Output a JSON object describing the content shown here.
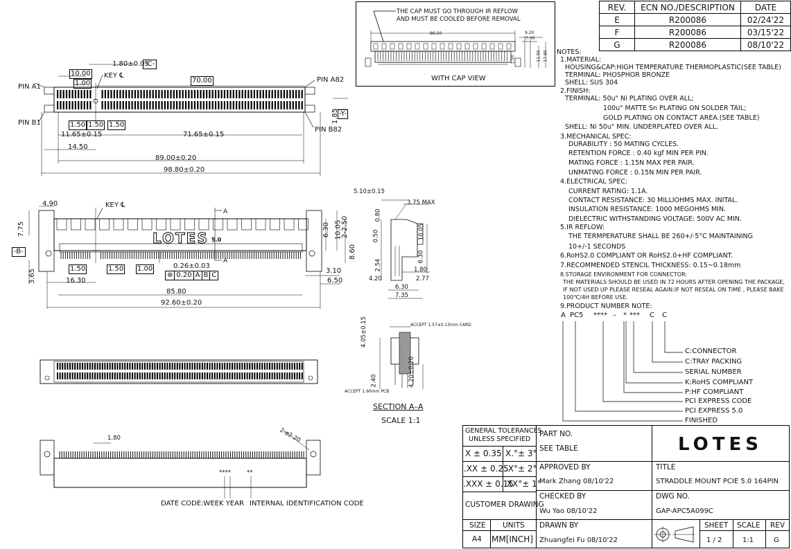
{
  "rev_table": {
    "headers": [
      "REV.",
      "ECN NO./DESCRIPTION",
      "DATE"
    ],
    "rows": [
      [
        "E",
        "R200086",
        "02/24'22"
      ],
      [
        "F",
        "R200086",
        "03/15'22"
      ],
      [
        "G",
        "R200086",
        "08/10'22"
      ]
    ]
  },
  "cap_view": {
    "note_line1": "THE CAP MUST GO THROUGH IR REFLOW",
    "note_line2": "AND MUST BE COOLED BEFORE REMOVAL",
    "dim_86_50": "86.50",
    "dim_9_20": "9.20",
    "dim_7_00": "7.00",
    "dim_1_50": "1.50",
    "dim_11_55": "11.55",
    "dim_17_85": "17.85",
    "caption": "WITH CAP VIEW"
  },
  "top_view": {
    "pin_a1": "PIN A1",
    "pin_b1": "PIN B1",
    "pin_a82": "PIN A82",
    "pin_b82": "PIN B82",
    "key": "KEY ℄",
    "dim_1_80": "1.80±0.05",
    "datum_c": "-C-",
    "dim_10_00": "10.00",
    "dim_1_00": "1.00",
    "dim_70_00": "70.00",
    "dim_1_50a": "1.50",
    "dim_1_50b": "1.50",
    "dim_1_50c": "1.50",
    "dim_11_65": "11.65±0.15",
    "dim_71_65": "71.65±0.15",
    "dim_14_50": "14.50",
    "dim_89_00": "89.00±0.20",
    "dim_98_80": "98.80±0.20",
    "dim_1_85": "1.85",
    "datum_y": "-Y-"
  },
  "front_view": {
    "dim_4_90": "4.90",
    "key": "KEY ℄",
    "section_a": "A",
    "dim_7_75": "7.75",
    "datum_b": "-B-",
    "dim_3_65": "3.65",
    "dim_16_30": "16.30",
    "dim_1_50a": "1.50",
    "dim_1_50b": "1.50",
    "dim_1_00": "1.00",
    "dim_0_26": "0.26±0.03",
    "pos_tol": "⊕",
    "tol_val": "0.20",
    "datum_a": "A",
    "datum_b2": "B",
    "datum_c": "C",
    "dim_85_80": "85.80",
    "dim_92_60": "92.60±0.20",
    "dim_6_30": "6.30",
    "dim_10_05": "10.05",
    "dim_2_50": "2-2.50",
    "dim_8_60": "8.60",
    "dim_3_10": "3.10",
    "dim_6_50": "6.50",
    "logo": "LOTES",
    "logo_sub": "5.0"
  },
  "side_view": {
    "dim_5_10": "5.10±0.15",
    "dim_3_75": "3.75 MAX",
    "dim_0_80": "0.80",
    "dim_0_50": "0.50",
    "dim_10_05": "10.05",
    "dim_6_30": "6.30",
    "dim_2_54": "2.54",
    "dim_1_80": "1.80",
    "dim_4_20": "4.20",
    "dim_2_77": "2.77",
    "dim_6_30b": "6.30",
    "dim_7_35": "7.35"
  },
  "section": {
    "accept_card": "ACCEPT 1.57±0.13mm CARD",
    "dim_4_05": "4.05±0.15",
    "dim_2_40": "2.40",
    "dim_4_20": "4.20±0.20",
    "accept_pcb": "ACCEPT 1.60mm PCB",
    "title": "SECTION  A–A",
    "scale": "SCALE  1:1"
  },
  "bottom_view": {
    "dim_1_80": "1.80",
    "holes": "2-ø2.20",
    "stars1": "****",
    "stars2": "**",
    "date_code": "DATE CODE:WEEK YEAR",
    "internal_id": "INTERNAL IDENTIFICATION CODE"
  },
  "notes": {
    "title": "NOTES:",
    "lines": [
      "1.MATERIAL:",
      "HOUSING&CAP:HIGH TEMPERATURE THERMOPLASTIC(SEE TABLE)",
      "TERMINAL: PHOSPHOR BRONZE",
      "SHELL: SUS 304",
      "2.FINISH:",
      "TERMINAL: 50u\" Ni PLATING OVER ALL;",
      "100u\" MATTE Sn PLATING ON SOLDER TAIL;",
      "GOLD PLATING ON CONTACT AREA.(SEE TABLE)",
      "SHELL: Ni 50u\" MIN. UNDERPLATED OVER ALL.",
      "3.MECHANICAL SPEC:",
      "DURABILITY : 50 MATING CYCLES.",
      "RETENTION FORCE : 0.40 kgf MIN PER PIN.",
      "MATING FORCE : 1.15N MAX PER PAIR.",
      "UNMATING FORCE : 0.15N MIN PER PAIR.",
      "4.ELECTRICAL SPEC:",
      "CURRENT RATING: 1.1A.",
      "CONTACT RESISTANCE: 30 MILLIOHMS MAX. INITAL.",
      "INSULATION RESISTANCE: 1000 MEGOHMS MIN.",
      "DIELECTRIC WITHSTANDING VOLTAGE: 500V AC MIN.",
      "5.IR REFLOW:",
      "THE TERMPERATURE SHALL BE 260+/-5°C   MAINTAINING",
      "10+/-1 SECONDS",
      "6.RoHS2.0 COMPLIANT OR RoHS2.0+HF COMPLIANT.",
      "7.RECOMMENDED STENCIL THICKNESS: 0.15~0.18mm",
      "8.STORAGE ENVIRONMENT FOR CONNECTOR:",
      "THE MATERIALS SHOULD BE USED IN 72 HOURS AFTER OPENING THE PACKAGE,",
      "IF NOT USED UP PLEASE RESEAL AGAIN.IF NOT RESEAL ON TIME , PLEASE BAKE",
      "100℃/4H BEFORE USE.",
      "9.PRODUCT NUMBER NOTE:"
    ],
    "pn_a": "A",
    "pn_pc5": "PC5",
    "pn_stars4": "****",
    "pn_dash": "–",
    "pn_star1": "*",
    "pn_stars3": "***",
    "pn_c1": "C",
    "pn_c2": "C",
    "legend": [
      "C:CONNECTOR",
      "C:TRAY  PACKING",
      "SERIAL  NUMBER",
      "K:RoHS  COMPLIANT",
      "P:HF  COMPLIANT",
      "PCI  EXPRESS  CODE",
      "PCI  EXPRESS  5.0",
      "FINISHED"
    ]
  },
  "title_block": {
    "general_tol_1": "GENERAL TOLERANCES",
    "general_tol_2": "UNLESS SPECIFIED",
    "tol_x": "X ± 0.35",
    "tol_x_ang": "X.°± 3°",
    "tol_xx": ".XX ± 0.25",
    "tol_xx_ang": ".X°± 2°",
    "tol_xxx": ".XXX ± 0.15",
    "tol_xxx_ang": ".XX°± 1°",
    "customer_drawing": "CUSTOMER DRAWING",
    "size_label": "SIZE",
    "size_val": "A4",
    "units_label": "UNITS",
    "units_val": "MM[INCH]",
    "part_no_label": "PART NO.",
    "part_no_val": "SEE TABLE",
    "approved_label": "APPROVED BY",
    "approved_val": "Mark Zhang 08/10'22",
    "checked_label": "CHECKED BY",
    "checked_val": "Wu Yao 08/10'22",
    "drawn_label": "DRAWN BY",
    "drawn_val": "Zhuangfei Fu 08/10'22",
    "logo": "LOTES",
    "title_label": "TITLE",
    "title_val": "STRADDLE MOUNT PCIE 5.0 164PIN",
    "dwg_label": "DWG NO.",
    "dwg_val": "GAP-APC5A099C",
    "sheet_label": "SHEET",
    "sheet_val": "1 / 2",
    "scale_label": "SCALE",
    "scale_val": "1:1",
    "rev_label": "REV",
    "rev_val": "G"
  }
}
